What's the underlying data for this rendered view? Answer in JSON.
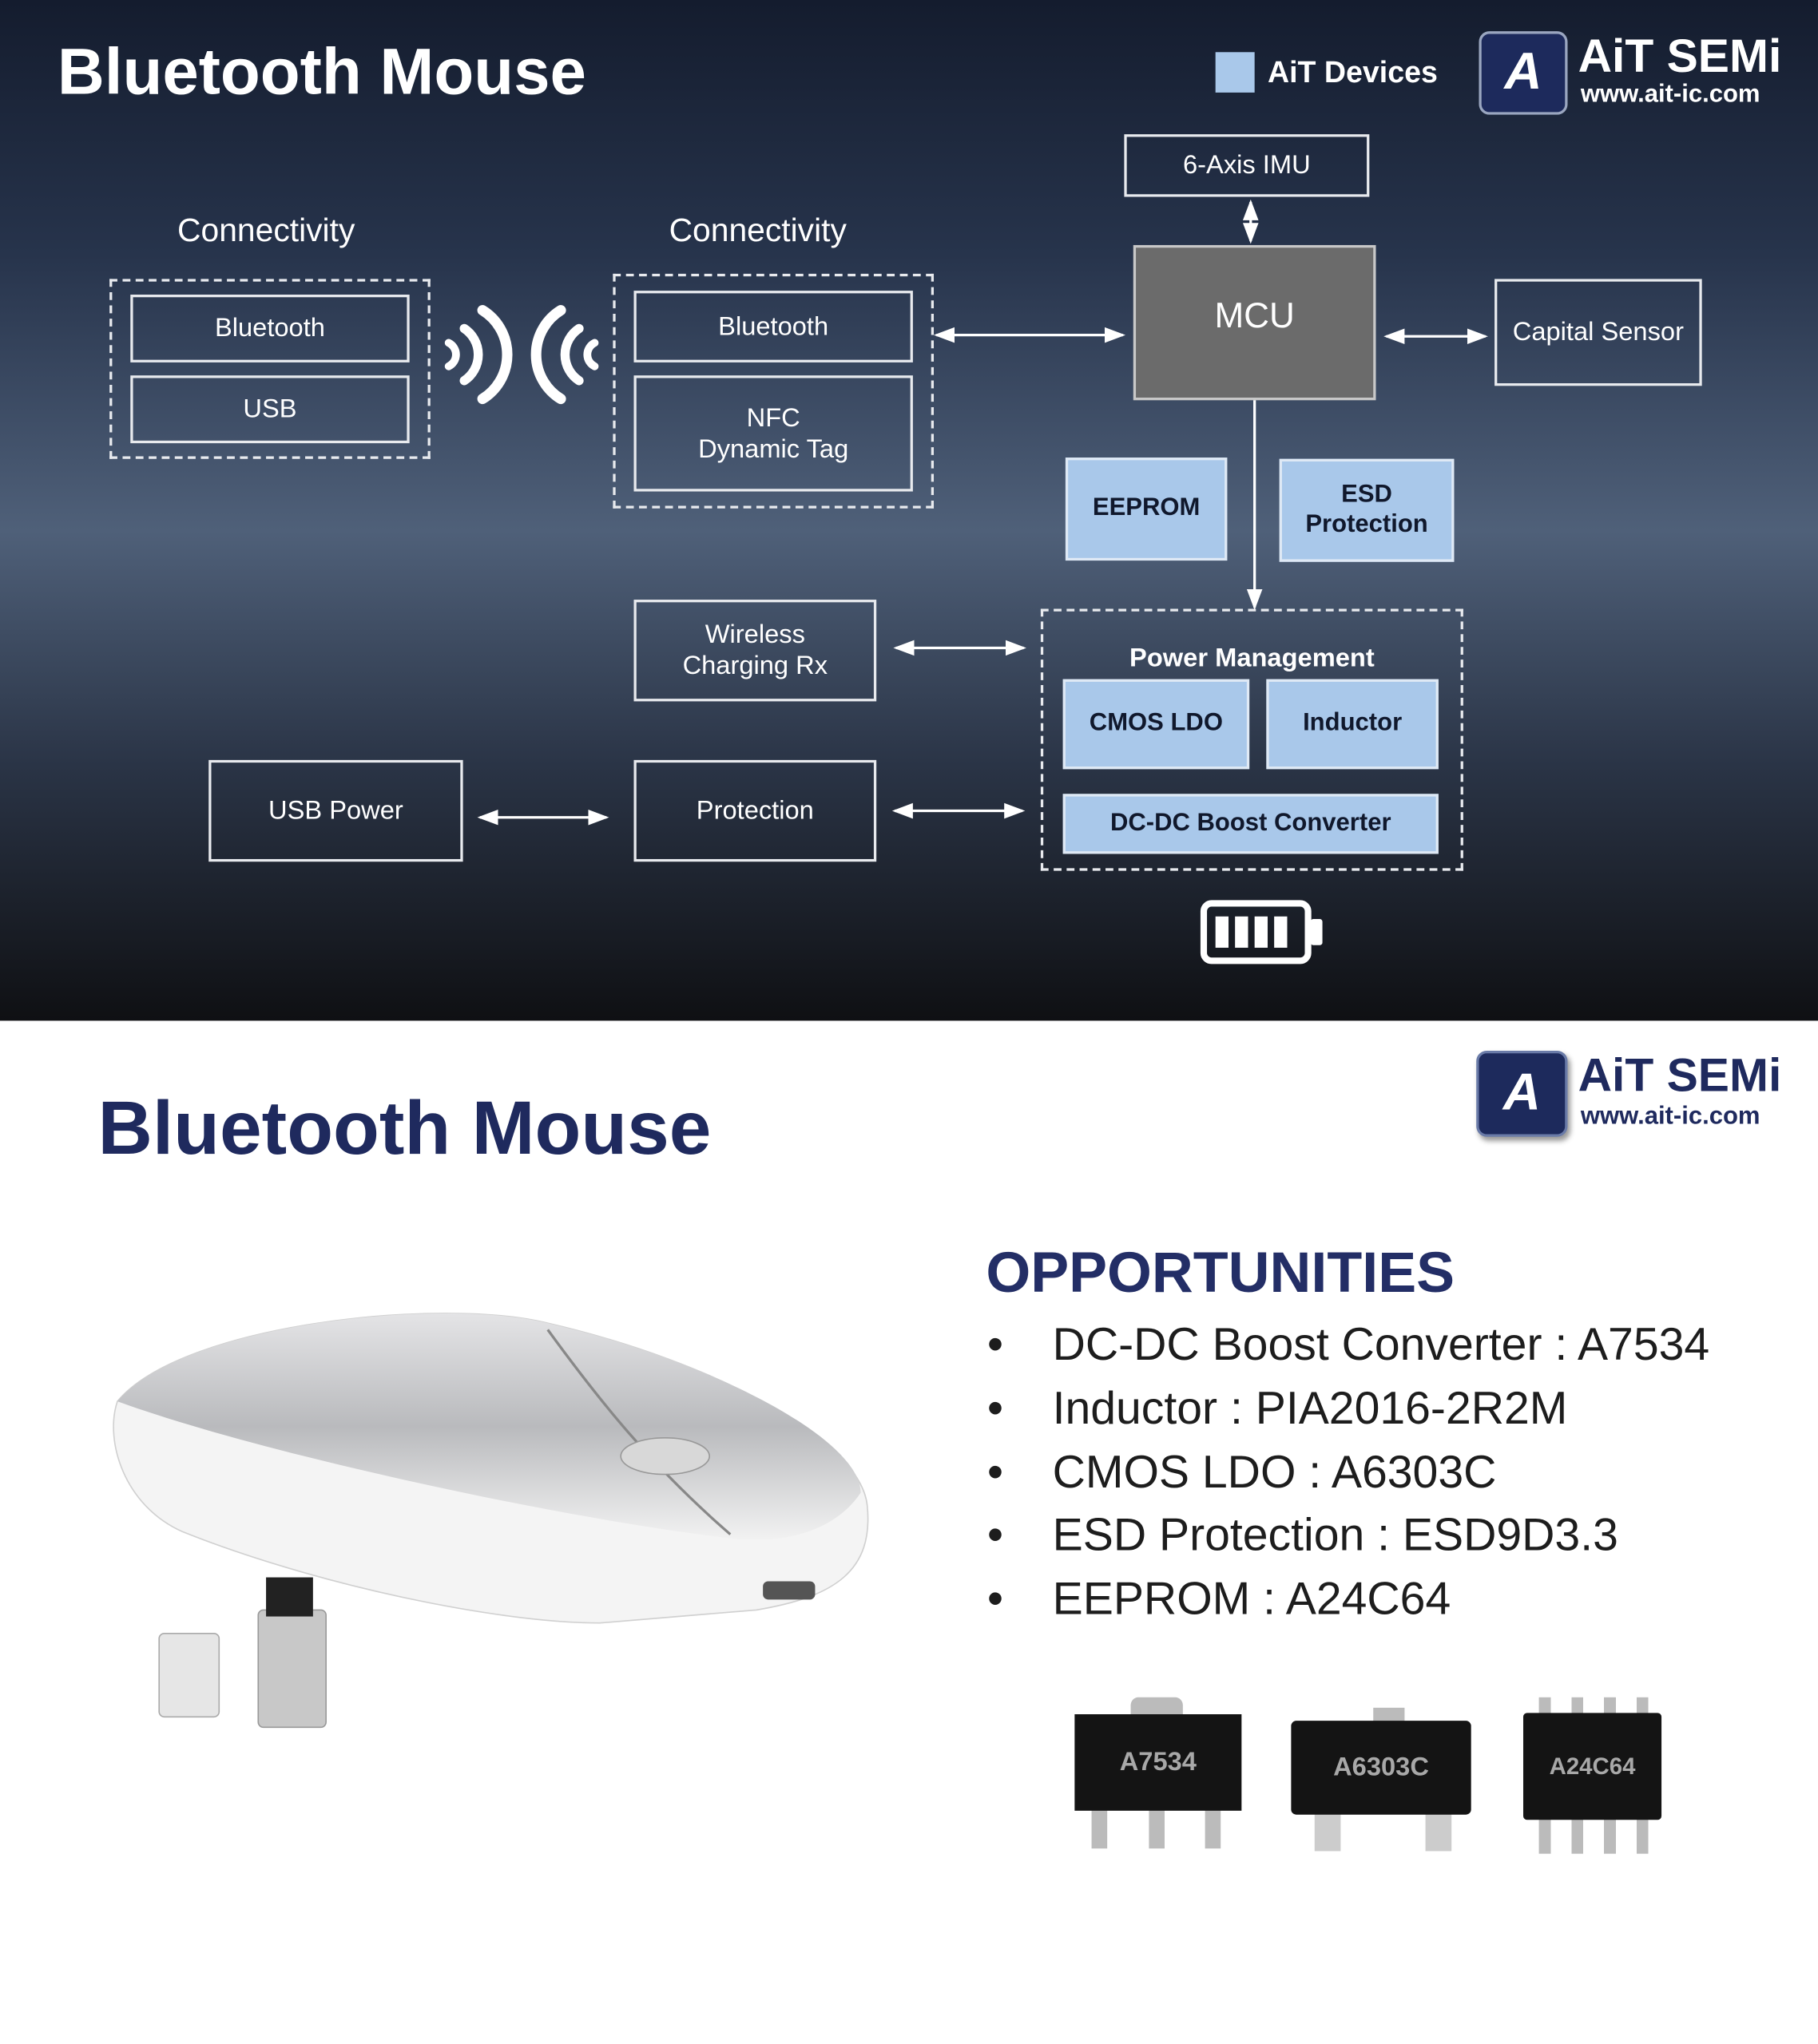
{
  "top": {
    "title": "Bluetooth Mouse",
    "legend_label": "AiT Devices",
    "legend_color": "#a9c8ea",
    "logo": {
      "name": "AiT SEMi",
      "url": "www.ait-ic.com"
    },
    "connectivity_left": {
      "label": "Connectivity",
      "items": [
        "Bluetooth",
        "USB"
      ]
    },
    "connectivity_right": {
      "label": "Connectivity",
      "bluetooth": "Bluetooth",
      "nfc_line1": "NFC",
      "nfc_line2": "Dynamic Tag"
    },
    "imu": "6-Axis IMU",
    "mcu": "MCU",
    "capital_sensor": "Capital Sensor",
    "eeprom": "EEPROM",
    "esd_line1": "ESD",
    "esd_line2": "Protection",
    "power_management": {
      "title": "Power Management",
      "cmos_ldo": "CMOS LDO",
      "inductor": "Inductor",
      "dcdc": "DC-DC Boost Converter"
    },
    "wireless_line1": "Wireless",
    "wireless_line2": "Charging Rx",
    "usb_power": "USB Power",
    "protection": "Protection"
  },
  "bottom": {
    "title": "Bluetooth Mouse",
    "logo": {
      "name": "AiT SEMi",
      "url": "www.ait-ic.com"
    },
    "opportunities_title": "OPPORTUNITIES",
    "bullet": "•",
    "opportunities": [
      "DC-DC Boost Converter : A7534",
      "Inductor : PIA2016-2R2M",
      "CMOS LDO : A6303C",
      "ESD Protection : ESD9D3.3",
      "EEPROM : A24C64"
    ],
    "chips": [
      "A7534",
      "A6303C",
      "A24C64"
    ]
  }
}
